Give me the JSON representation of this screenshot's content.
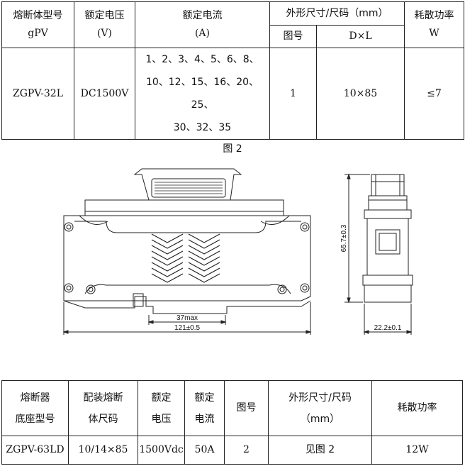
{
  "table1": {
    "header": {
      "c1_l1": "熔断体型号",
      "c1_l2": "gPV",
      "c2_l1": "额定电压",
      "c2_l2": "(V)",
      "c3_l1": "额定电流",
      "c3_l2": "(A)",
      "c4": "外形尺寸/尺码（mm）",
      "c4a": "图号",
      "c4b": "D×L",
      "c5_l1": "耗散功率",
      "c5_l2": "W"
    },
    "row": {
      "model": "ZGPV-32L",
      "voltage": "DC1500V",
      "current_l1": "1、2、3、4、5、6、8、",
      "current_l2": "10、12、15、16、20、25、",
      "current_l3": "30、32、35",
      "fig_no": "1",
      "size": "10×85",
      "power": "≤7"
    }
  },
  "figure": {
    "caption": "图 2",
    "dim_width_total": "121±0.5",
    "dim_width_inner": "37max",
    "dim_height": "65.7±0.3",
    "dim_side_width": "22.2±0.1"
  },
  "table2": {
    "header": {
      "c1_l1": "熔断器",
      "c1_l2": "底座型号",
      "c2_l1": "配装熔断",
      "c2_l2": "体尺码",
      "c3_l1": "额定",
      "c3_l2": "电压",
      "c4_l1": "额定",
      "c4_l2": "电流",
      "c5": "图号",
      "c6_l1": "外形尺寸/尺码",
      "c6_l2": "（mm）",
      "c7": "耗散功率"
    },
    "row": {
      "model": "ZGPV-63LD",
      "fuse_size": "10/14×85",
      "voltage": "1500Vdc",
      "current": "50A",
      "fig_no": "2",
      "size": "见图 2",
      "power": "12W"
    }
  }
}
